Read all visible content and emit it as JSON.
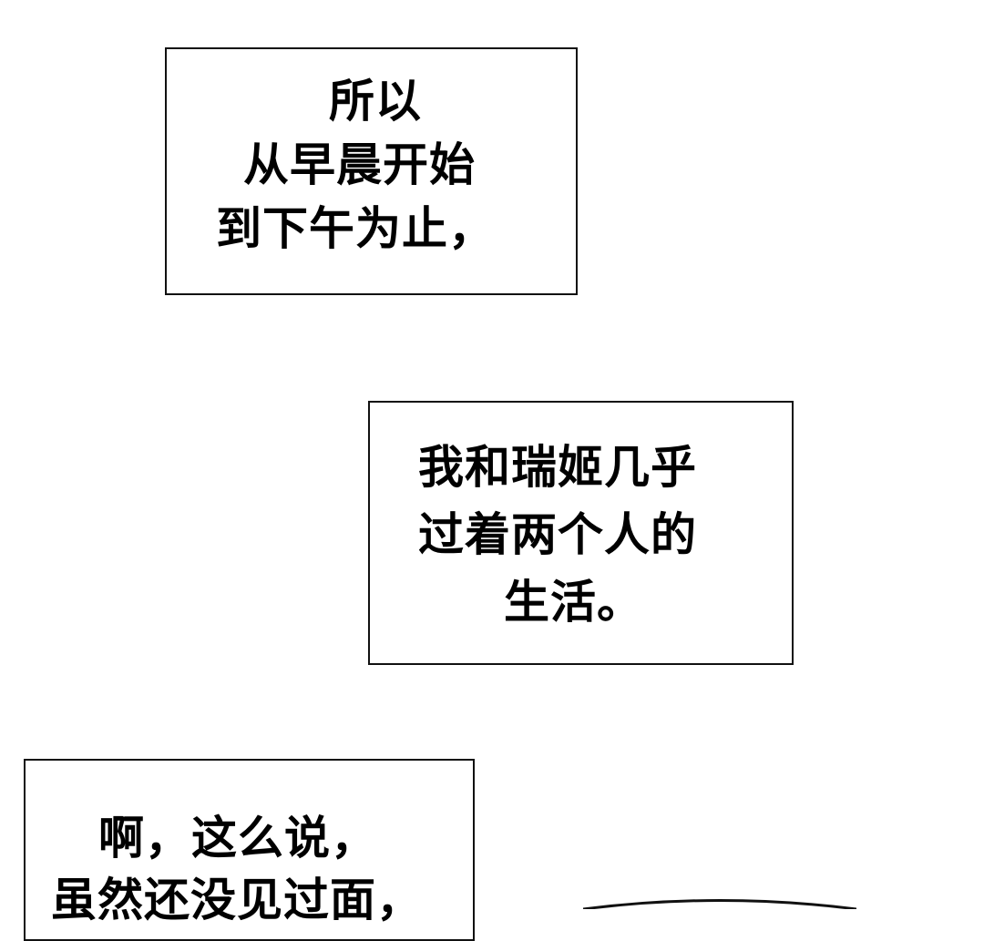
{
  "captions": [
    {
      "lines": [
        "所以",
        "从早晨开始",
        "到下午为止，"
      ]
    },
    {
      "lines": [
        "我和瑞姬几乎",
        "过着两个人的",
        "生活。"
      ]
    },
    {
      "lines": [
        "啊，这么说，",
        "虽然还没见过面，"
      ]
    }
  ],
  "colors": {
    "background": "#ffffff",
    "border": "#111111",
    "text": "#000000"
  }
}
